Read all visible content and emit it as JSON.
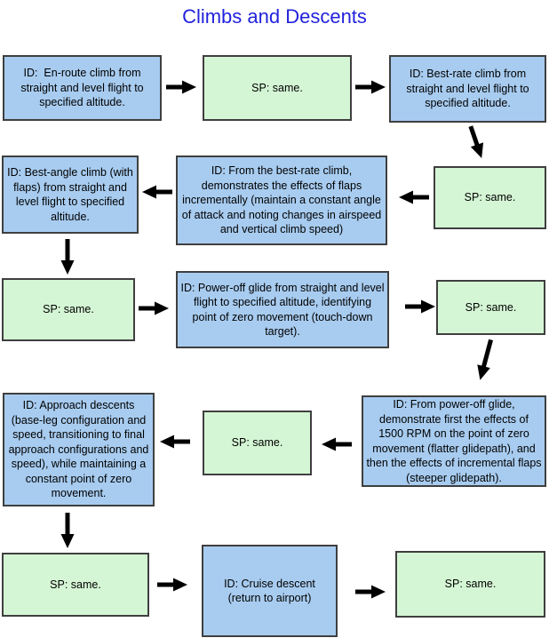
{
  "title": {
    "text": "Climbs and Descents"
  },
  "colors": {
    "title": "#2222dd",
    "id_box_fill": "#a8ccf0",
    "sp_box_fill": "#d5f6d5",
    "border": "#3f3f3f",
    "arrow": "#000000"
  },
  "boxes": [
    {
      "key": "id-enroute-climb",
      "kind": "ID",
      "text": "ID:  En-route climb from straight and level flight to specified altitude."
    },
    {
      "key": "sp-1",
      "kind": "SP",
      "text": "SP: same."
    },
    {
      "key": "id-best-rate-climb",
      "kind": "ID",
      "text": "ID: Best-rate climb from straight and level flight to specified altitude."
    },
    {
      "key": "sp-2",
      "kind": "SP",
      "text": "SP: same."
    },
    {
      "key": "id-flaps-effects",
      "kind": "ID",
      "text": "ID: From the best-rate climb, demonstrates the effects of flaps incrementally (maintain a constant angle of attack and noting changes in airspeed and vertical climb speed)"
    },
    {
      "key": "id-best-angle-climb",
      "kind": "ID",
      "text": "ID: Best-angle climb (with flaps) from straight and level flight to specified altitude."
    },
    {
      "key": "sp-3",
      "kind": "SP",
      "text": "SP: same."
    },
    {
      "key": "id-power-off-glide",
      "kind": "ID",
      "text": "ID: Power-off glide from straight and level flight to specified altitude, identifying point of zero movement (touch-down target)."
    },
    {
      "key": "sp-4",
      "kind": "SP",
      "text": "SP: same."
    },
    {
      "key": "id-1500rpm-and-flaps",
      "kind": "ID",
      "text": "ID: From power-off glide, demonstrate first the effects of 1500 RPM on the point of zero movement (flatter glidepath), and then the effects of incremental flaps (steeper glidepath)."
    },
    {
      "key": "sp-5",
      "kind": "SP",
      "text": "SP: same."
    },
    {
      "key": "id-approach-descents",
      "kind": "ID",
      "text": "ID: Approach descents (base-leg configuration and speed, transitioning to final approach configurations and speed), while maintaining a constant point of zero movement."
    },
    {
      "key": "sp-6",
      "kind": "SP",
      "text": "SP: same."
    },
    {
      "key": "id-cruise-descent",
      "kind": "ID",
      "text": "ID: Cruise descent (return to airport)"
    },
    {
      "key": "sp-7",
      "kind": "SP",
      "text": "SP: same."
    }
  ],
  "edges": [
    {
      "from": "id-enroute-climb",
      "to": "sp-1",
      "direction": "right"
    },
    {
      "from": "sp-1",
      "to": "id-best-rate-climb",
      "direction": "right"
    },
    {
      "from": "id-best-rate-climb",
      "to": "sp-2",
      "direction": "down-right"
    },
    {
      "from": "sp-2",
      "to": "id-flaps-effects",
      "direction": "left"
    },
    {
      "from": "id-flaps-effects",
      "to": "id-best-angle-climb",
      "direction": "left"
    },
    {
      "from": "id-best-angle-climb",
      "to": "sp-3",
      "direction": "down"
    },
    {
      "from": "sp-3",
      "to": "id-power-off-glide",
      "direction": "right"
    },
    {
      "from": "id-power-off-glide",
      "to": "sp-4",
      "direction": "right"
    },
    {
      "from": "sp-4",
      "to": "id-1500rpm-and-flaps",
      "direction": "down-left"
    },
    {
      "from": "id-1500rpm-and-flaps",
      "to": "sp-5",
      "direction": "left"
    },
    {
      "from": "sp-5",
      "to": "id-approach-descents",
      "direction": "left"
    },
    {
      "from": "id-approach-descents",
      "to": "sp-6",
      "direction": "down"
    },
    {
      "from": "sp-6",
      "to": "id-cruise-descent",
      "direction": "right"
    },
    {
      "from": "id-cruise-descent",
      "to": "sp-7",
      "direction": "right"
    }
  ]
}
